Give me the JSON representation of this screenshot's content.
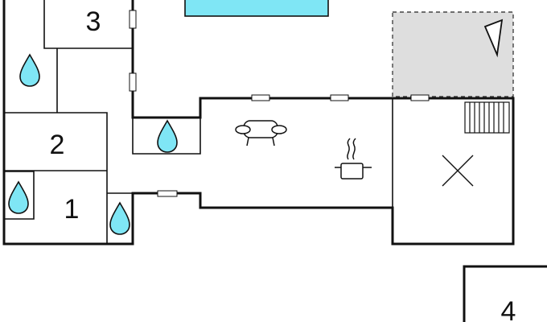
{
  "plan": {
    "rooms": [
      {
        "id": "bedroom-3",
        "label": "3"
      },
      {
        "id": "bedroom-2",
        "label": "2"
      },
      {
        "id": "bedroom-1",
        "label": "1"
      },
      {
        "id": "bedroom-4",
        "label": "4"
      }
    ],
    "icons": {
      "bathroom": "water-drop-icon",
      "living": "sofa-icon",
      "kitchen": "cooking-pot-icon",
      "stairs": "staircase-icon",
      "terrace": "terrace-marker-icon",
      "void": "cross-mark-icon"
    },
    "colors": {
      "pool": "#7fe6f5",
      "water_drop": "#7fe6f5",
      "terrace": "#dedede",
      "walls": "#111111"
    }
  }
}
